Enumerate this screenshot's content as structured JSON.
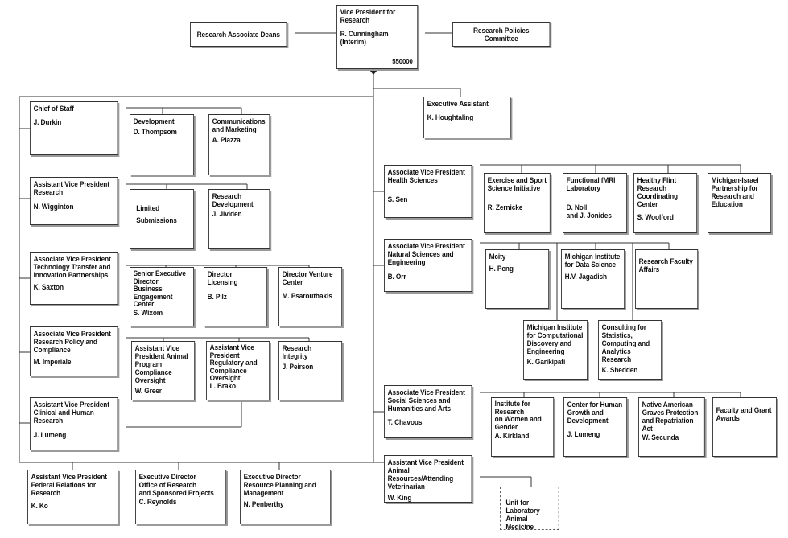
{
  "vp": {
    "title": "Vice President for\nResearch",
    "name": "R. Cunningham (Interim)",
    "code": "550000"
  },
  "side": {
    "deans": "Research Associate Deans",
    "committee": "Research Policies Committee"
  },
  "left": {
    "chief": {
      "title": "Chief of Staff",
      "name": "J. Durkin"
    },
    "development": {
      "title": "Development",
      "name": "D. Thompsom"
    },
    "comms": {
      "title": "Communications\nand Marketing",
      "name": "A. Piazza"
    },
    "avp_research": {
      "title": "Assistant Vice President\nResearch",
      "name": "N. Wigginton"
    },
    "limited": {
      "title": "Limited\nSubmissions"
    },
    "resdev": {
      "title": "Research\nDevelopment",
      "name": "J. Jividen"
    },
    "tech": {
      "title": "Associate Vice President\nTechnology Transfer and\nInnovation Partnerships",
      "name": "K. Saxton"
    },
    "senior_exec": {
      "title": "Senior Executive\nDirector\nBusiness\nEngagement Center",
      "name": "S. Wixom"
    },
    "licensing": {
      "title": "Director Licensing",
      "name": "B. Pilz"
    },
    "venture": {
      "title": "Director Venture\nCenter",
      "name": "M. Psarouthakis"
    },
    "policy": {
      "title": "Associate Vice President\nResearch Policy and\nCompliance",
      "name": "M. Imperiale"
    },
    "animal_comp": {
      "title": "Assistant Vice\nPresident  Animal\nProgram Compliance\nOversight",
      "name": "W. Greer"
    },
    "regulatory": {
      "title": "Assistant Vice\nPresident\nRegulatory and\nCompliance\nOversight",
      "name": "L. Brako"
    },
    "integrity": {
      "title": "Research Integrity",
      "name": "J. Peirson"
    },
    "clinical": {
      "title": "Assistant Vice President\nClinical and Human Research",
      "name": "J. Lumeng"
    },
    "federal": {
      "title": "Assistant Vice President\nFederal Relations for\nResearch",
      "name": "K. Ko"
    },
    "ors": {
      "title": "Executive Director\nOffice of Research\nand Sponsored Projects",
      "name": "C. Reynolds"
    },
    "rpm": {
      "title": "Executive Director\nResource Planning and\nManagement",
      "name": "N. Penberthy"
    }
  },
  "right": {
    "exec_assist": {
      "title": "Executive Assistant",
      "name": "K. Houghtaling"
    },
    "health": {
      "title": "Associate  Vice President\nHealth Sciences",
      "name": "S. Sen"
    },
    "exercise": {
      "title": "Exercise and Sport\nScience Initiative",
      "name": "R. Zernicke"
    },
    "fmri": {
      "title": "Functional fMRI\nLaboratory",
      "name": "D. Noll\nand J. Jonides"
    },
    "flint": {
      "title": "Healthy Flint\nResearch\nCoordinating Center",
      "name": "S. Woolford"
    },
    "israel": {
      "title": "Michigan-Israel\nPartnership for\nResearch and\nEducation"
    },
    "natural": {
      "title": "Associate  Vice President\nNatural  Sciences and\nEngineering",
      "name": "B. Orr"
    },
    "mcity": {
      "title": "Mcity",
      "name": "H. Peng"
    },
    "midas": {
      "title": "Michigan Institute\nfor Data Science",
      "name": "H.V. Jagadish"
    },
    "faculty_affairs": {
      "title": "Research Faculty\nAffairs"
    },
    "micde": {
      "title": "Michigan Institute\nfor Computational\nDiscovery and\nEngineering",
      "name": "K. Garikipati"
    },
    "cscar": {
      "title": "Consulting for\nStatistics,\nComputing and\nAnalytics Research",
      "name": "K. Shedden"
    },
    "social": {
      "title": "Associate Vice President\nSocial Sciences and\nHumanities and Arts",
      "name": "T. Chavous"
    },
    "irwg": {
      "title": "Institute for\nResearch\non Women and\nGender",
      "name": "A. Kirkland"
    },
    "chgd": {
      "title": "Center for Human\nGrowth and\nDevelopment",
      "name": "J. Lumeng"
    },
    "nagpra": {
      "title": "Native American\nGraves Protection\nand Repatriation Act",
      "name": "W. Secunda"
    },
    "awards": {
      "title": "Faculty and Grant\nAwards"
    },
    "animal_res": {
      "title": "Assistant Vice President\nAnimal Resources/Attending\nVeterinarian",
      "name": "W. King"
    },
    "ulam": {
      "title": "Unit for Laboratory\nAnimal Medicine"
    }
  }
}
